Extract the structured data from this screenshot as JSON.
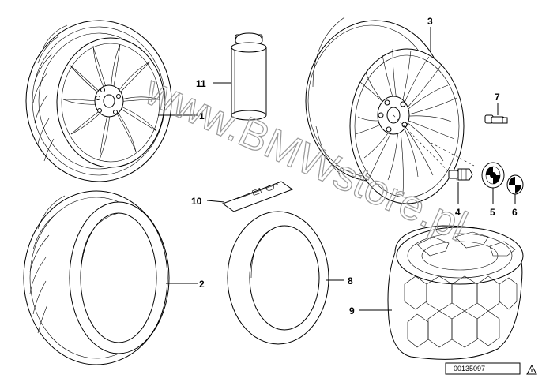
{
  "diagram": {
    "callouts": [
      {
        "id": "1",
        "label": "1"
      },
      {
        "id": "2",
        "label": "2"
      },
      {
        "id": "3",
        "label": "3"
      },
      {
        "id": "4",
        "label": "4"
      },
      {
        "id": "5",
        "label": "5"
      },
      {
        "id": "6",
        "label": "6"
      },
      {
        "id": "7",
        "label": "7"
      },
      {
        "id": "8",
        "label": "8"
      },
      {
        "id": "9",
        "label": "9"
      },
      {
        "id": "10",
        "label": "10"
      },
      {
        "id": "11",
        "label": "11"
      }
    ],
    "reference_number": "00135097",
    "watermark": "www.BMWstore.pl",
    "warning_icon": "warning-triangle-icon"
  }
}
